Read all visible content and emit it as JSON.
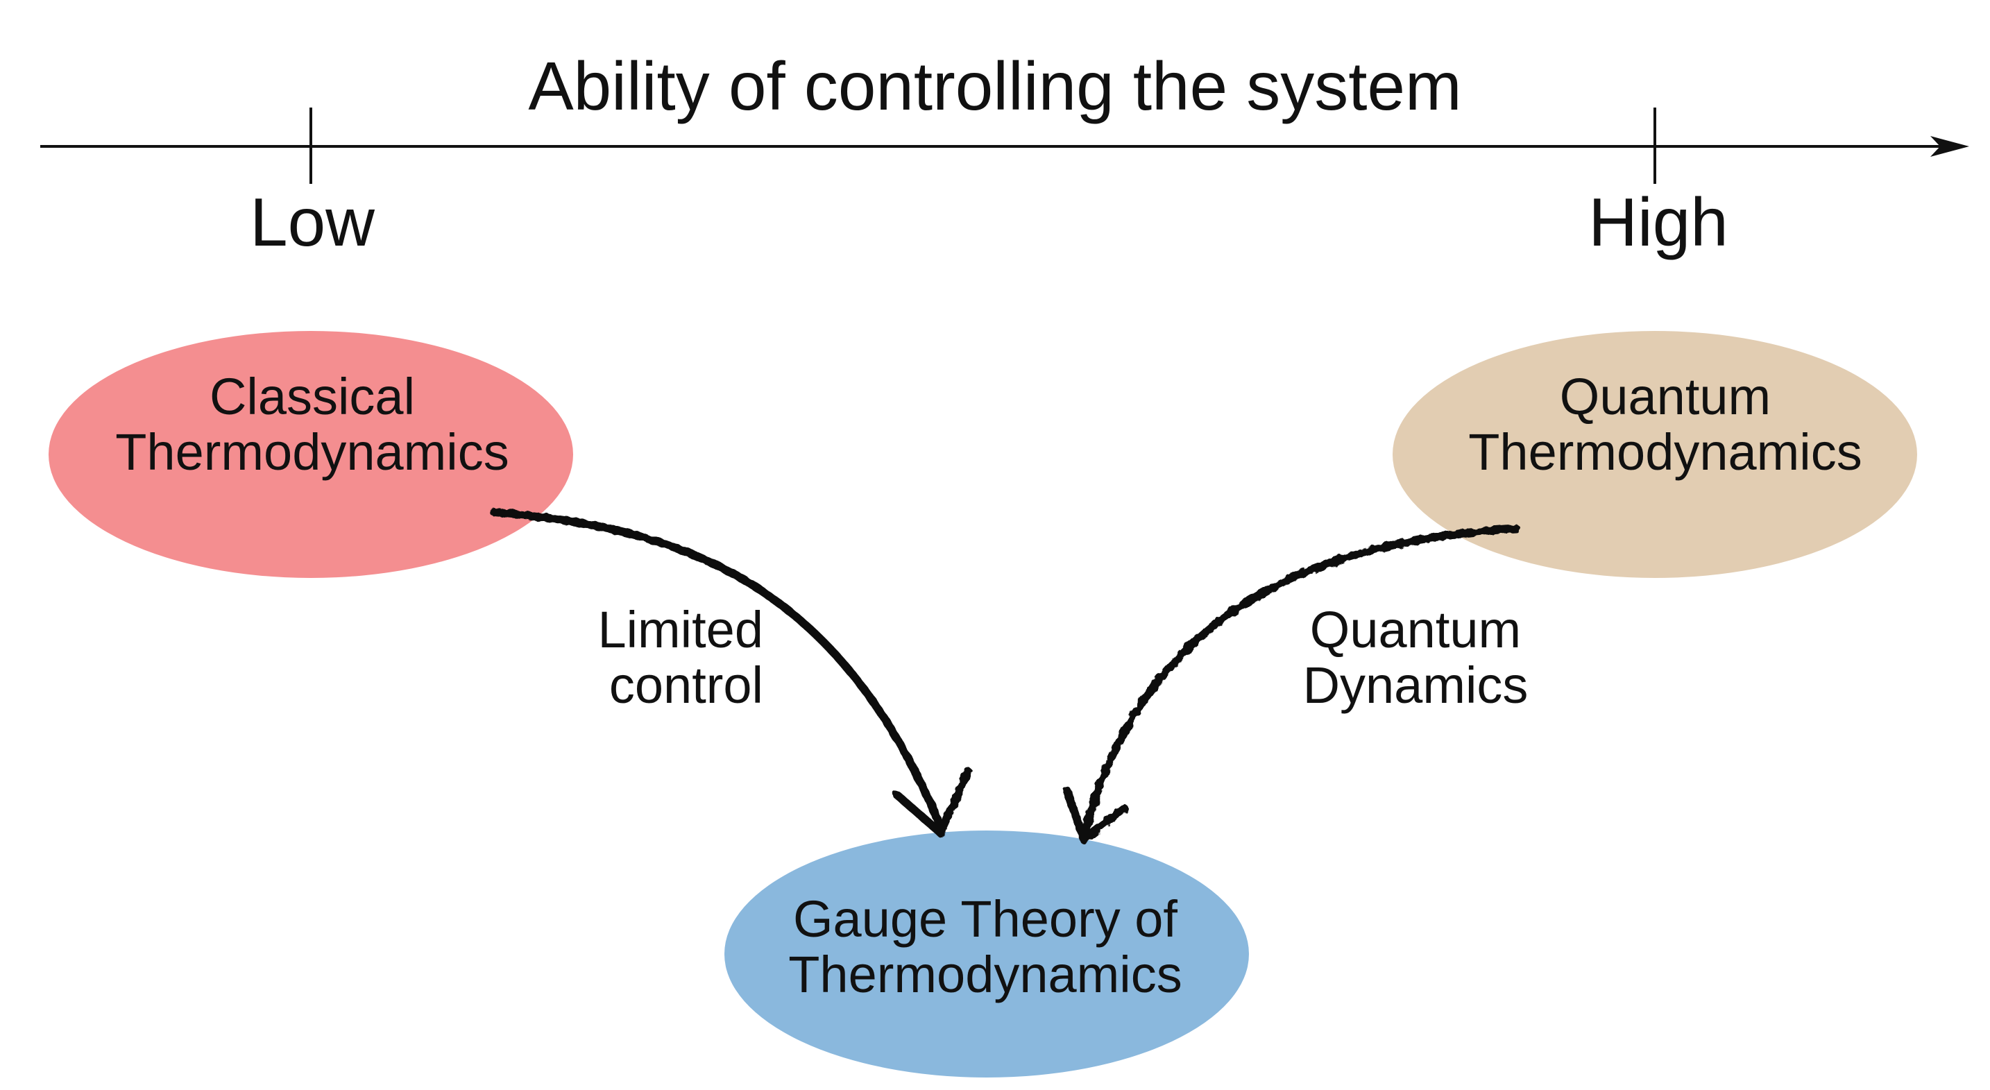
{
  "axis": {
    "title": "Ability of controlling the system",
    "low_label": "Low",
    "high_label": "High"
  },
  "nodes": {
    "classical": {
      "line1": "Classical",
      "line2": "Thermodynamics",
      "color": "#f48e90"
    },
    "quantum": {
      "line1": "Quantum",
      "line2": "Thermodynamics",
      "color": "#e2cdb2"
    },
    "gauge": {
      "line1": "Gauge Theory of",
      "line2": "Thermodynamics",
      "color": "#8ab8dd"
    }
  },
  "edges": {
    "limited_control": {
      "line1": "Limited",
      "line2": "control"
    },
    "quantum_dynamics": {
      "line1": "Quantum",
      "line2": "Dynamics"
    }
  },
  "colors": {
    "ink": "#111111"
  }
}
